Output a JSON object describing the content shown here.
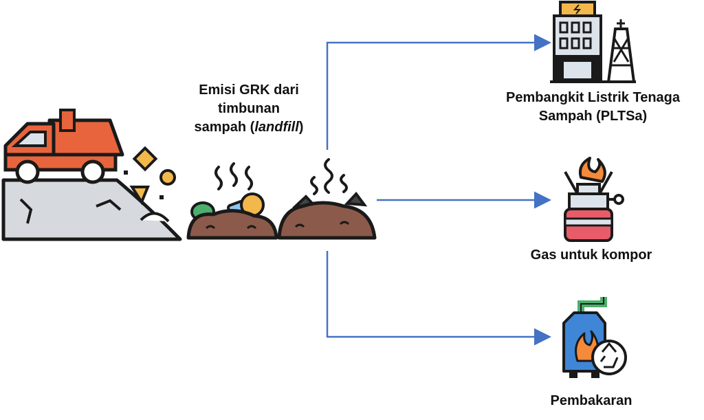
{
  "source": {
    "line1": "Emisi GRK dari",
    "line2": "timbunan",
    "line3_prefix": "sampah (",
    "line3_italic": "landfill",
    "line3_suffix": ")"
  },
  "outputs": [
    {
      "label_line1": "Pembangkit Listrik Tenaga",
      "label_line2": "Sampah (PLTSa)",
      "icon": "power-plant-icon"
    },
    {
      "label_line1": "Gas untuk kompor",
      "icon": "gas-stove-icon"
    },
    {
      "label_line1": "Pembakaran",
      "icon": "incinerator-icon"
    }
  ],
  "colors": {
    "arrow": "#4472c4",
    "truck": "#e8643c",
    "outline": "#1a1a1a",
    "ground": "#d6d9de",
    "waste": "#8c5a4a",
    "panel": "#f2b84b",
    "building": "#dde3ea",
    "flame": "#f58a3b",
    "blue_machine": "#3f86d6",
    "green_pipe": "#4caf6d"
  }
}
